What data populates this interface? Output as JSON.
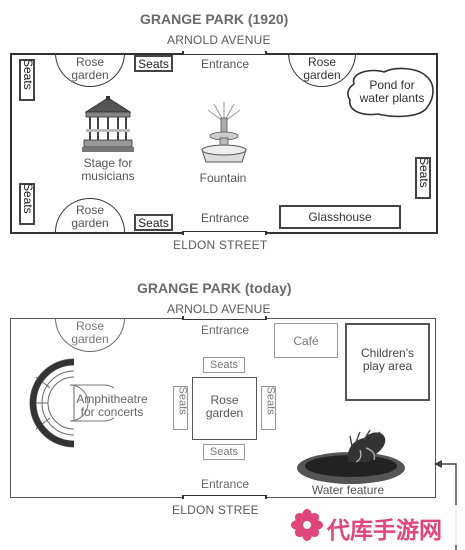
{
  "map1": {
    "title": "GRANGE PARK (1920)",
    "top_street": "ARNOLD AVENUE",
    "bottom_street": "ELDON STREET",
    "entrance_top": "Entrance",
    "entrance_bottom": "Entrance",
    "seats": [
      "Seats",
      "Seats",
      "Seats",
      "Seats",
      "Seats"
    ],
    "rose_garden_tl": [
      "Rose",
      "garden"
    ],
    "rose_garden_tr": [
      "Rose",
      "garden"
    ],
    "rose_garden_bl": [
      "Rose",
      "garden"
    ],
    "pond": [
      "Pond for",
      "water plants"
    ],
    "stage": [
      "Stage for",
      "musicians"
    ],
    "fountain": "Fountain",
    "glasshouse": "Glasshouse"
  },
  "map2": {
    "title": "GRANGE PARK (today)",
    "top_street": "ARNOLD AVENUE",
    "bottom_street": "ELDON STREE",
    "entrance_top": "Entrance",
    "entrance_bottom": "Entrance",
    "rose_garden_tl": [
      "Rose",
      "garden"
    ],
    "cafe": "Café",
    "play_area": [
      "Children's",
      "play area"
    ],
    "amphitheatre": [
      "Amphitheatre",
      "for concerts"
    ],
    "rose_garden_center": [
      "Rose",
      "garden"
    ],
    "seats": [
      "Seats",
      "Seats",
      "Seats",
      "Seats"
    ],
    "water_feature": "Water feature"
  },
  "watermark": {
    "text": "代库手游网",
    "color": "#e0457b"
  }
}
